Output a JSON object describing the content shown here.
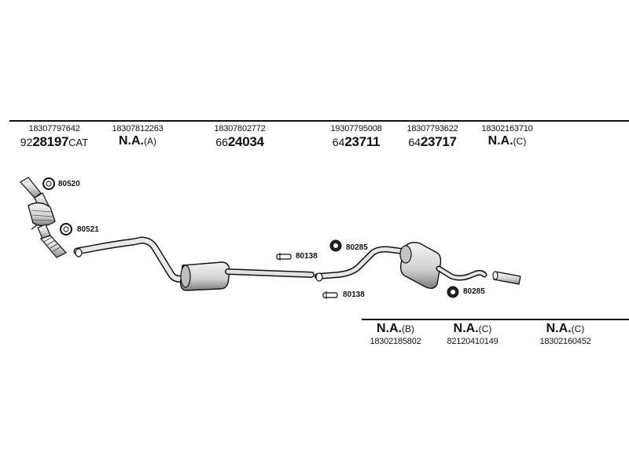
{
  "top_parts": [
    {
      "oem": "18307797642",
      "prefix": "92",
      "main": "28197",
      "suffix": "CAT",
      "na": "",
      "variant": ""
    },
    {
      "oem": "18307812263",
      "prefix": "",
      "main": "",
      "suffix": "",
      "na": "N.A.",
      "variant": "(A)"
    },
    {
      "oem": "18307802772",
      "prefix": "66",
      "main": "24034",
      "suffix": "",
      "na": "",
      "variant": ""
    },
    {
      "oem": "19307795008",
      "prefix": "64",
      "main": "23711",
      "suffix": "",
      "na": "",
      "variant": ""
    },
    {
      "oem": "18307793622",
      "prefix": "64",
      "main": "23717",
      "suffix": "",
      "na": "",
      "variant": ""
    },
    {
      "oem": "18302163710",
      "prefix": "",
      "main": "",
      "suffix": "",
      "na": "N.A.",
      "variant": "(C)"
    }
  ],
  "bottom_parts": [
    {
      "na": "N.A.",
      "variant": "(B)",
      "oem": "18302185802"
    },
    {
      "na": "N.A.",
      "variant": "(C)",
      "oem": "82120410149"
    },
    {
      "na": "N.A.",
      "variant": "(C)",
      "oem": "18302160452"
    }
  ],
  "callouts": {
    "gasket_upper": "80520",
    "gasket_lower": "80521",
    "clamp_upper": "80138",
    "clamp_lower": "80138",
    "hanger_upper": "80285",
    "hanger_lower": "80285"
  },
  "colors": {
    "line": "#111111",
    "part_fill": "#e6e6e6",
    "part_shade": "#9a9a9a"
  }
}
